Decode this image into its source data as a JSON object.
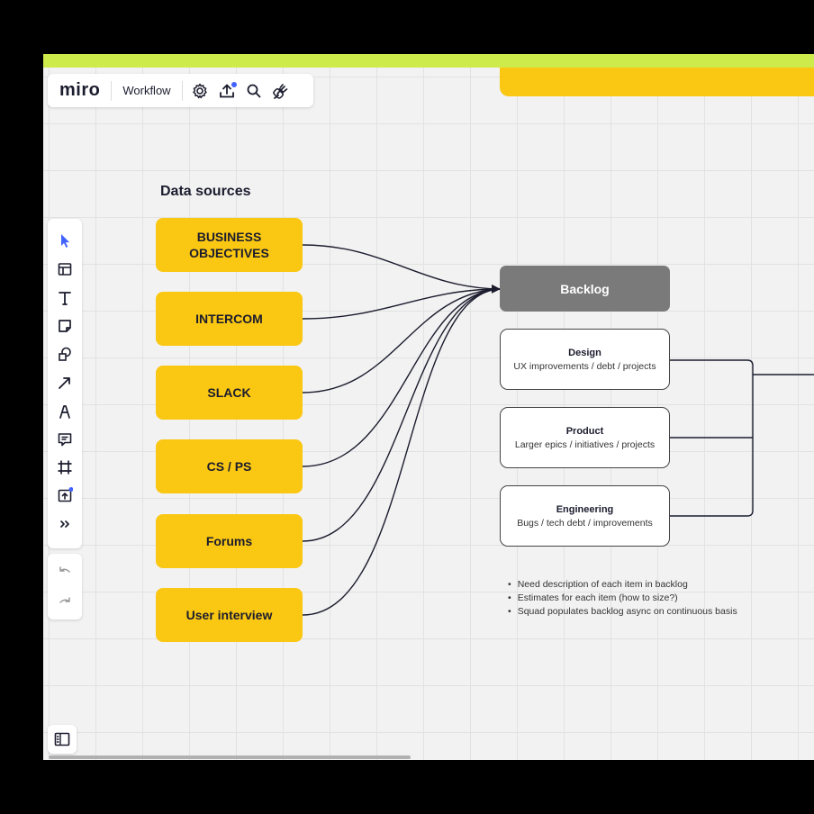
{
  "app": {
    "logo": "miro",
    "board_name": "Workflow"
  },
  "top_toolbar_icons": [
    "settings-icon",
    "upload-icon",
    "search-icon",
    "plug-icon"
  ],
  "left_toolbar_icons": [
    "select-icon",
    "table-icon",
    "text-icon",
    "sticky-note-icon",
    "shapes-icon",
    "arrow-icon",
    "pen-icon",
    "comment-icon",
    "frame-icon",
    "upload-icon",
    "more-icon"
  ],
  "history_icons": [
    "undo-icon",
    "redo-icon"
  ],
  "section_title": "Data sources",
  "sources": [
    {
      "label": "BUSINESS OBJECTIVES"
    },
    {
      "label": "INTERCOM"
    },
    {
      "label": "SLACK"
    },
    {
      "label": "CS / PS"
    },
    {
      "label": "Forums"
    },
    {
      "label": "User interview"
    }
  ],
  "backlog": {
    "label": "Backlog"
  },
  "cards": [
    {
      "title": "Design",
      "subtitle": "UX improvements / debt / projects"
    },
    {
      "title": "Product",
      "subtitle": "Larger epics / initiatives / projects"
    },
    {
      "title": "Engineering",
      "subtitle": "Bugs / tech debt / improvements"
    }
  ],
  "notes": [
    "Need description of each item in backlog",
    "Estimates for each item (how to size?)",
    "Squad populates backlog async on continuous basis"
  ],
  "colors": {
    "accent_bar": "#cdeb4a",
    "sticky_yellow": "#fac712",
    "backlog_grey": "#7a7a7a",
    "notification_dot": "#4262ff"
  }
}
